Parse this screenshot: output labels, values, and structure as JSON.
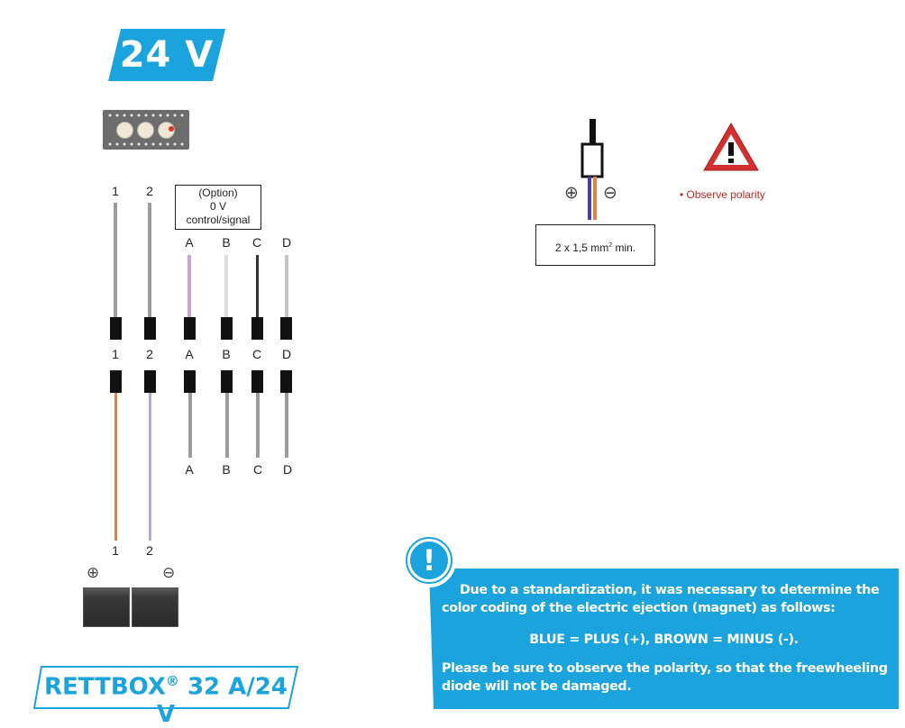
{
  "voltage_badge": "24 V",
  "upper_wires": {
    "top_labels": [
      "1",
      "2"
    ],
    "signal_labels": [
      "A",
      "B",
      "C",
      "D"
    ]
  },
  "option_box": {
    "line1": "(Option)",
    "line2": "0 V",
    "line3": "control/signal"
  },
  "mid_labels": [
    "1",
    "2",
    "A",
    "B",
    "C",
    "D"
  ],
  "bottom_signal_labels": [
    "A",
    "B",
    "C",
    "D"
  ],
  "bottom_power_labels": [
    "1",
    "2"
  ],
  "polarity_symbols": {
    "plus": "⊕",
    "minus": "⊖"
  },
  "product_badge": {
    "name": "RETTBOX",
    "reg": "®",
    "spec": "32 A/24 V"
  },
  "cable_spec": {
    "text": "2 x 1,5 mm",
    "sup": "2",
    "suffix": " min."
  },
  "polarity_note": "• Observe polarity",
  "info": {
    "icon": "!",
    "line1": "Due to a standardization, it was necessary to determine the color coding of the electric ejection (magnet) as follows:",
    "line2": "BLUE = PLUS (+), BROWN = MINUS (-).",
    "line3": "Please be sure to observe the polarity, so that the freewheeling diode will not be damaged."
  },
  "colors": {
    "accent": "#1aa3dc",
    "warning_red": "#c0281f",
    "wire_brown": "#d8844a",
    "wire_blue": "#5a4fa8",
    "wire_lavender": "#b9a5d8",
    "wire_violet": "#c6a6cf"
  },
  "icons": [
    "terminal-block-icon",
    "connector-plug-icon",
    "warning-triangle-icon",
    "info-exclamation-icon",
    "magnet-device-icon"
  ]
}
